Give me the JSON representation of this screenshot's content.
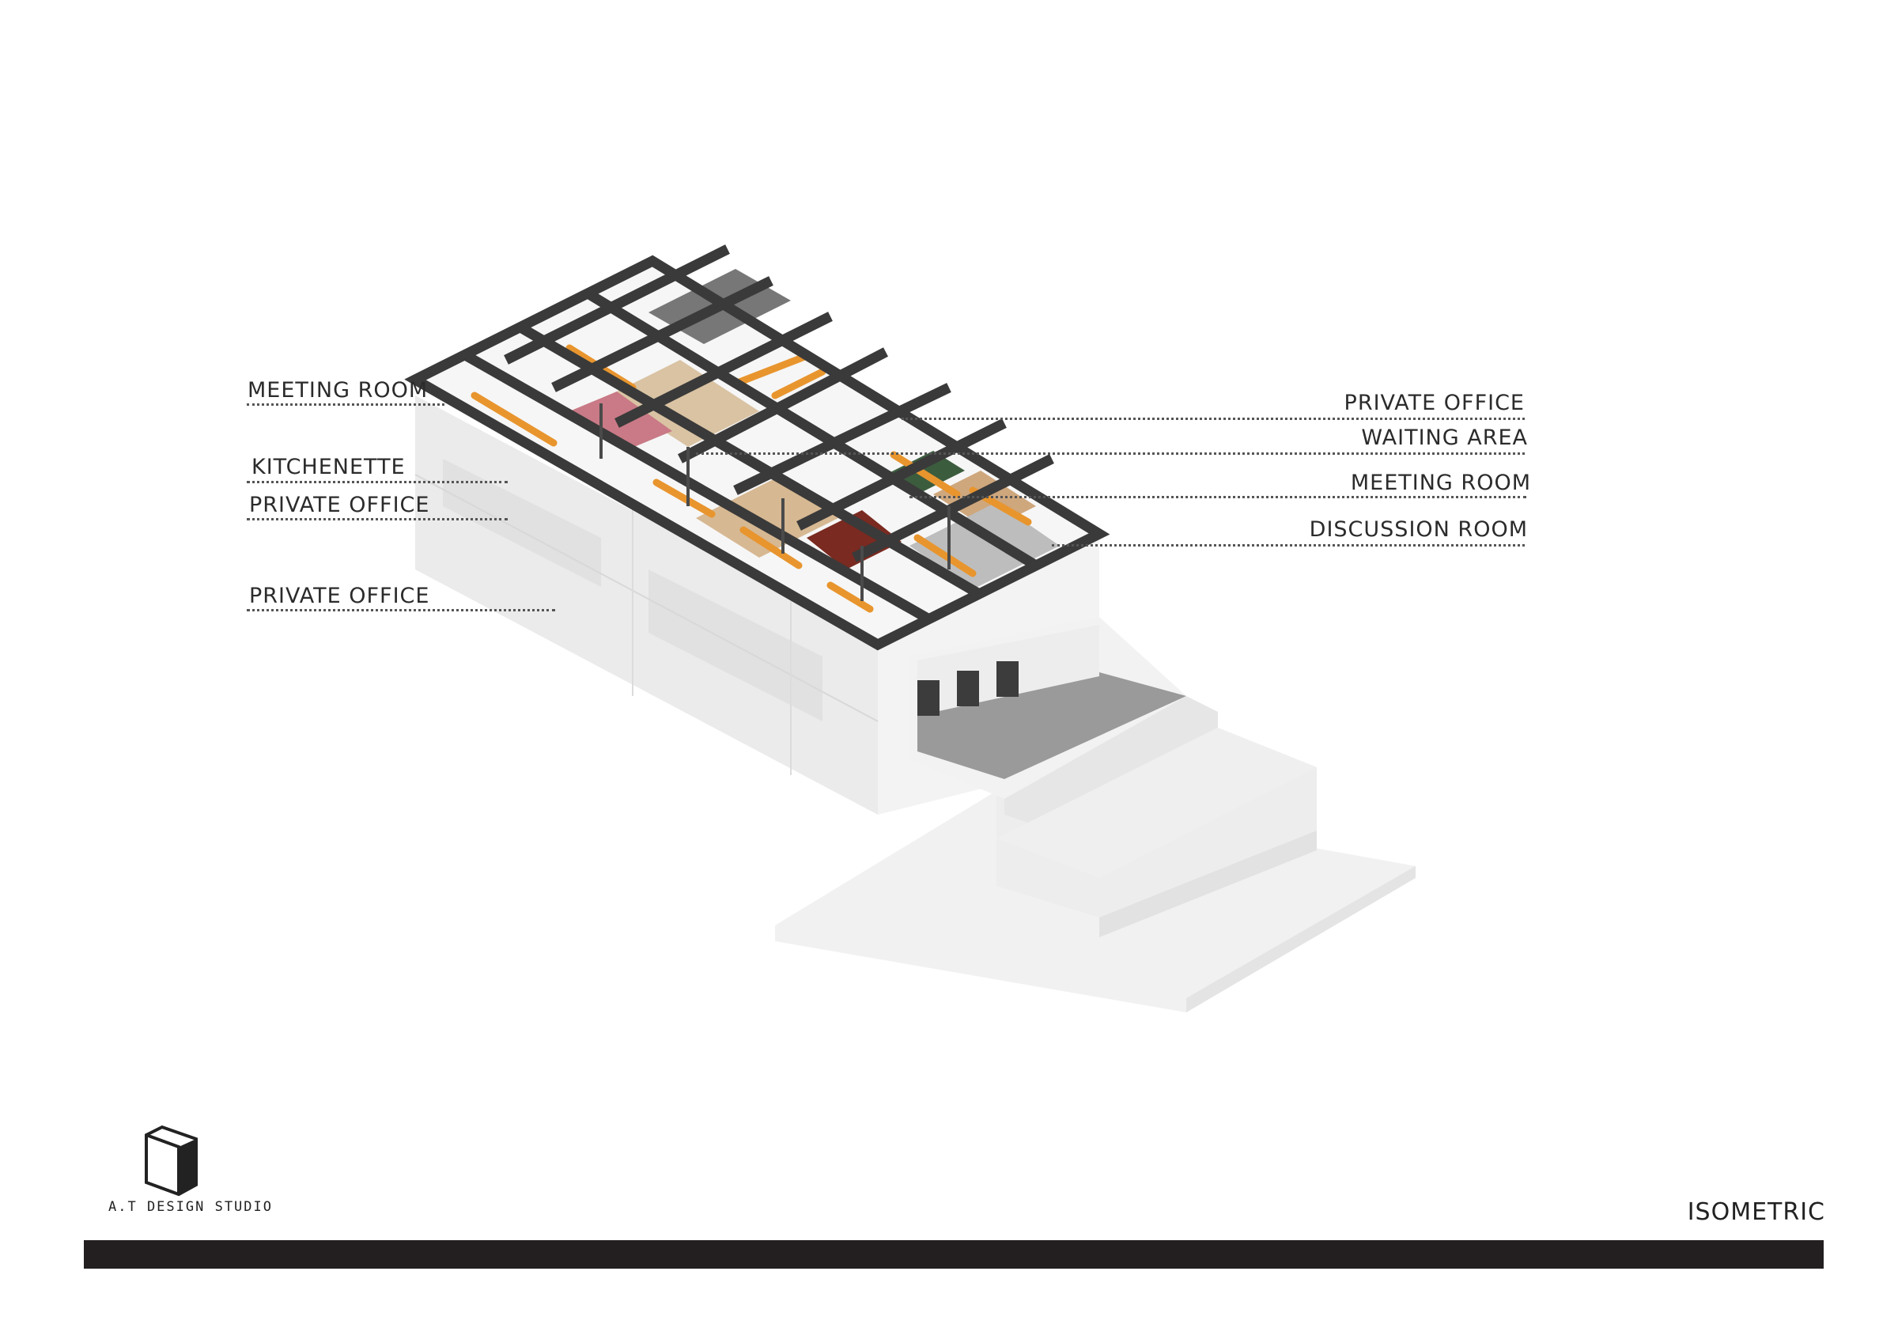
{
  "labels": {
    "left": [
      "MEETING ROOM",
      "KITCHENETTE",
      "PRIVATE OFFICE",
      "PRIVATE OFFICE"
    ],
    "right": [
      "PRIVATE OFFICE",
      "WAITING AREA",
      "MEETING ROOM",
      "DISCUSSION ROOM"
    ]
  },
  "studio_name": "A.T DESIGN STUDIO",
  "sheet_title": "ISOMETRIC",
  "colors": {
    "frame": "#3a3a3a",
    "beam": "#e8952e",
    "massing": "#ececec",
    "terrace": "#8f8f8f",
    "title_bar": "#231f20"
  }
}
